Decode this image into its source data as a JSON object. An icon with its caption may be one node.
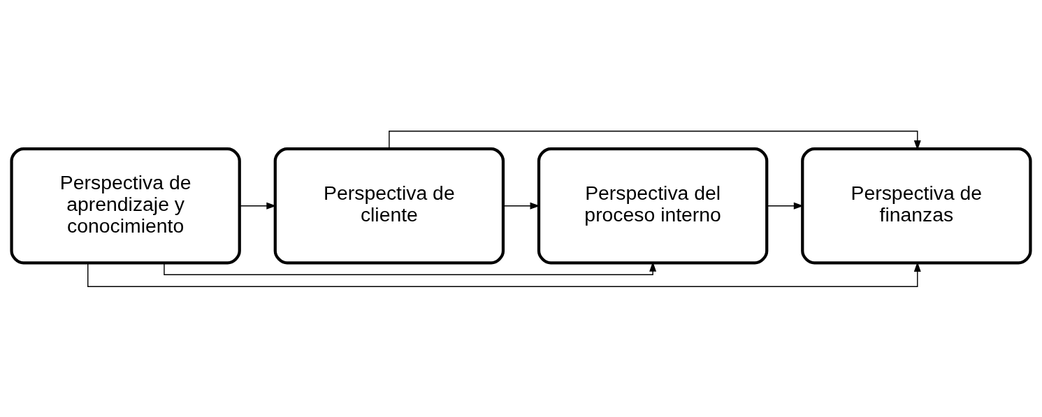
{
  "diagram": {
    "nodes": [
      {
        "text": [
          "Perspectiva de aprendizaje y conocimiento"
        ]
      },
      {
        "text": [
          "Perspectiva de cliente"
        ]
      },
      {
        "text": [
          "Perspectiva del proceso interno"
        ]
      },
      {
        "text": [
          "Perspectiva de finanzas"
        ]
      }
    ],
    "edges": [
      {
        "from": 0,
        "to": 1,
        "arrow": "to"
      },
      {
        "from": 1,
        "to": 2,
        "arrow": "to"
      },
      {
        "from": 2,
        "to": 3,
        "arrow": "to"
      },
      {
        "from": 0,
        "to": 2,
        "arrow": "to"
      },
      {
        "from": 1,
        "to": 3,
        "arrow": "to"
      },
      {
        "from": 0,
        "to": 3,
        "arrow": "to"
      }
    ]
  }
}
